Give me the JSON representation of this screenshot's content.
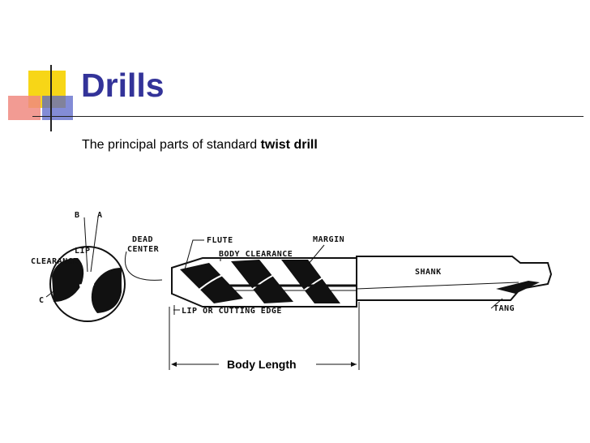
{
  "slide": {
    "title": "Drills",
    "subtitle_prefix": "The principal parts of standard ",
    "subtitle_bold": "twist drill"
  },
  "diagram": {
    "labels": {
      "b": "B",
      "a": "A",
      "lip": "LIP",
      "clearance": "CLEARANCE",
      "c": "C",
      "dead": "DEAD",
      "center": "CENTER",
      "flute": "FLUTE",
      "body_clearance": "BODY CLEARANCE",
      "margin": "MARGIN",
      "shank": "SHANK",
      "tang": "TANG",
      "lip_or_cutting_edge": "LIP OR CUTTING EDGE",
      "body_length": "Body Length"
    }
  },
  "colors": {
    "title": "#333399",
    "accent_yellow": "#f7d617",
    "accent_pink": "#f08a80",
    "accent_blue": "#5a66c8"
  }
}
